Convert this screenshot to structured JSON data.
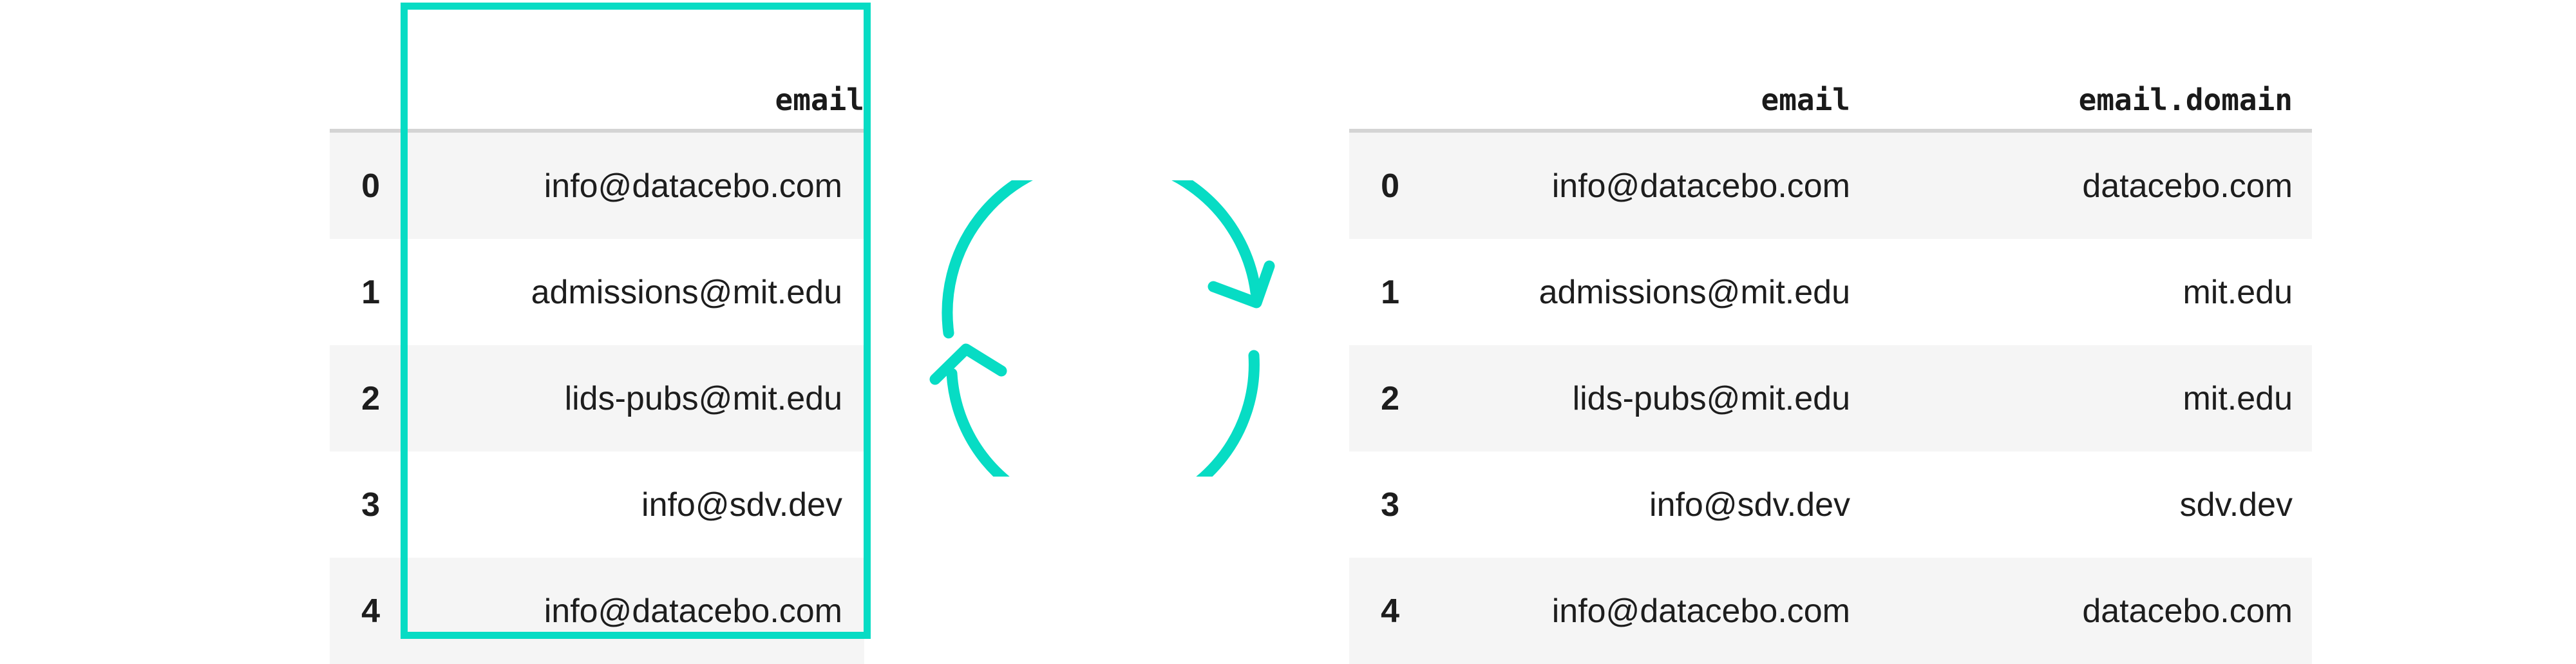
{
  "accent_color": "#07dcc4",
  "row_stripe_color": "#f5f5f5",
  "rule_color": "#d4d4d4",
  "text_color": "#1d1d1d",
  "left_table": {
    "name": "input-dataframe",
    "index_header": "",
    "columns": [
      "email"
    ],
    "index": [
      "0",
      "1",
      "2",
      "3",
      "4"
    ],
    "rows": [
      {
        "index": "0",
        "email": "info@datacebo.com"
      },
      {
        "index": "1",
        "email": "admissions@mit.edu"
      },
      {
        "index": "2",
        "email": "lids-pubs@mit.edu"
      },
      {
        "index": "3",
        "email": "info@sdv.dev"
      },
      {
        "index": "4",
        "email": "info@datacebo.com"
      }
    ],
    "highlight": {
      "column": "email",
      "color": "#07dcc4"
    }
  },
  "transform_icon": {
    "name": "cycle-arrows-icon",
    "color": "#07dcc4",
    "description": "two semicircular arrows forming a clockwise cycle"
  },
  "right_table": {
    "name": "output-dataframe",
    "index_header": "",
    "columns": [
      "email",
      "email.domain"
    ],
    "index": [
      "0",
      "1",
      "2",
      "3",
      "4"
    ],
    "rows": [
      {
        "index": "0",
        "email": "info@datacebo.com",
        "domain": "datacebo.com"
      },
      {
        "index": "1",
        "email": "admissions@mit.edu",
        "domain": "mit.edu"
      },
      {
        "index": "2",
        "email": "lids-pubs@mit.edu",
        "domain": "mit.edu"
      },
      {
        "index": "3",
        "email": "info@sdv.dev",
        "domain": "sdv.dev"
      },
      {
        "index": "4",
        "email": "info@datacebo.com",
        "domain": "datacebo.com"
      }
    ]
  }
}
